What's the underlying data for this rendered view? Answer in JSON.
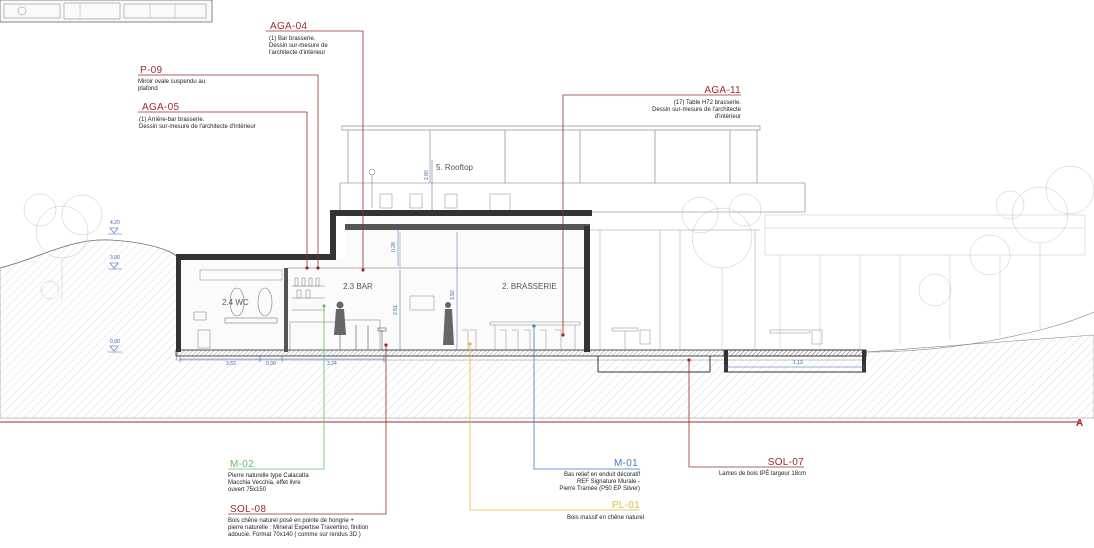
{
  "colors": {
    "agencement": "#9b2b2b",
    "mural": "#3a7fc1",
    "pierre": "#5fbf6a",
    "bois": "#e8b93a",
    "sol": "#9b2b2b",
    "dimension": "#3a5fb0"
  },
  "section_marker": "A",
  "levels": [
    "4.20",
    "3.00",
    "0.00"
  ],
  "dimensions": [
    "3.53",
    "0.30",
    "3.24",
    "1.13"
  ],
  "vertical_dimensions": [
    "2.80",
    "0.28",
    "2.51",
    "3.92"
  ],
  "rooms": {
    "wc": "2.4 WC",
    "bar": "2.3 BAR",
    "brasserie": "2. BRASSERIE",
    "rooftop": "5. Rooftop"
  },
  "labels": {
    "aga04": {
      "code": "AGA-04",
      "lines": [
        "(1) Bar brasserie.",
        "Dessin sur-mesure de",
        "l'architecte d'intérieur"
      ]
    },
    "p09": {
      "code": "P-09",
      "lines": [
        "Miroir ovale suspendu au",
        "plafond"
      ]
    },
    "aga05": {
      "code": "AGA-05",
      "lines": [
        "(1) Arrière-bar brasserie.",
        "Dessin sur-mesure de l'architecte d'intérieur"
      ]
    },
    "aga11": {
      "code": "AGA-11",
      "lines": [
        "(17) Table H72 brasserie.",
        "Dessin sur-mesure de l'architecte",
        "d'intérieur"
      ]
    },
    "m02": {
      "code": "M-02",
      "lines": [
        "Pierre naturelle type Calacatta",
        "Macchia Vecchia, effet livre",
        "ouvert 75x150"
      ]
    },
    "sol08": {
      "code": "SOL-08",
      "lines": [
        "Bois chêne naturel posé en pointe de hongrie +",
        "pierre naturelle : Mineral Expertise Travertino, finition",
        "adoucie. Format 70x140 ( comme sur rendus 3D )"
      ]
    },
    "m01": {
      "code": "M-01",
      "lines": [
        "Bas relief en enduit décoratif",
        "REF Signature Murale -",
        "Pierre Tramée (P50 EP Silver)"
      ]
    },
    "pl01": {
      "code": "PL-01",
      "lines": [
        "Bois massif en chêne naturel"
      ]
    },
    "sol07": {
      "code": "SOL-07",
      "lines": [
        "Lames de bois IPÉ largeur 18cm"
      ]
    }
  }
}
